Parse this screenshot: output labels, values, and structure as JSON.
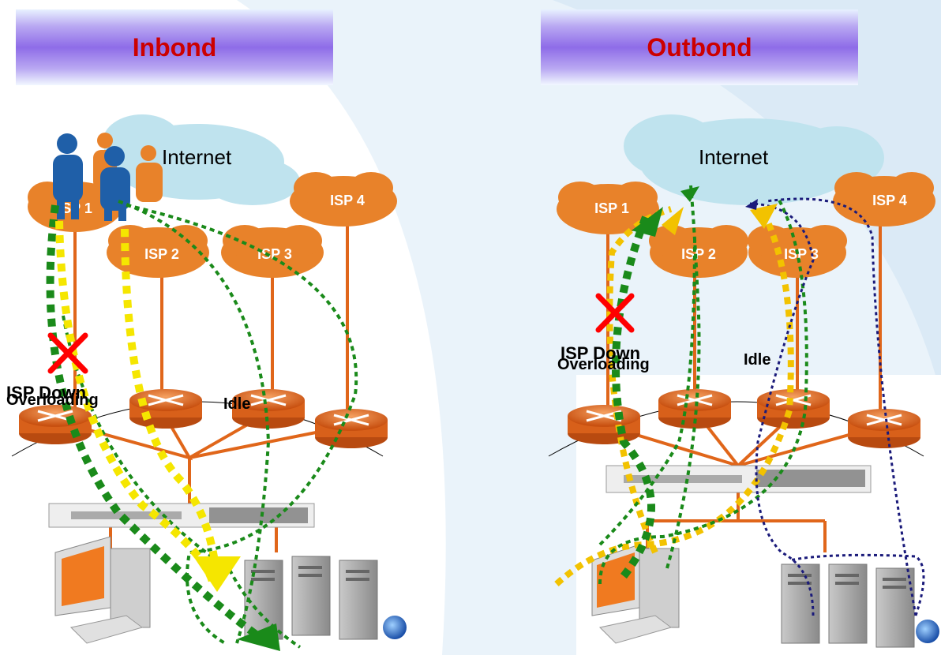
{
  "panels": {
    "inbound": {
      "title": "Inbond",
      "internet_label": "Internet",
      "isps": [
        "ISP 1",
        "ISP 2",
        "ISP 3",
        "ISP 4"
      ],
      "status_down": "ISP Down",
      "status_overloading": "Overloading",
      "status_idle": "Idle"
    },
    "outbound": {
      "title": "Outbond",
      "internet_label": "Internet",
      "isps": [
        "ISP 1",
        "ISP 2",
        "ISP 3",
        "ISP 4"
      ],
      "status_down": "ISP Down",
      "status_overloading": "Overloading",
      "status_idle": "Idle"
    }
  },
  "colors": {
    "title_text": "#cc0000",
    "cloud_isp": "#e8822a",
    "cloud_internet": "#bfe3ee",
    "link_line": "#e0661a",
    "router": "#e0661a",
    "path_green": "#1a8a1a",
    "path_yellow": "#f5e600",
    "path_gold": "#f2c200",
    "path_navy": "#1a1a7a",
    "fail_mark": "#ff0000",
    "users": "#1f5fa8",
    "users_alt": "#e8822a"
  },
  "icons": [
    "cloud-icon",
    "router-icon",
    "firewall-icon",
    "workstation-icon",
    "server-icon",
    "globe-icon",
    "user-icon",
    "fail-x-icon"
  ]
}
